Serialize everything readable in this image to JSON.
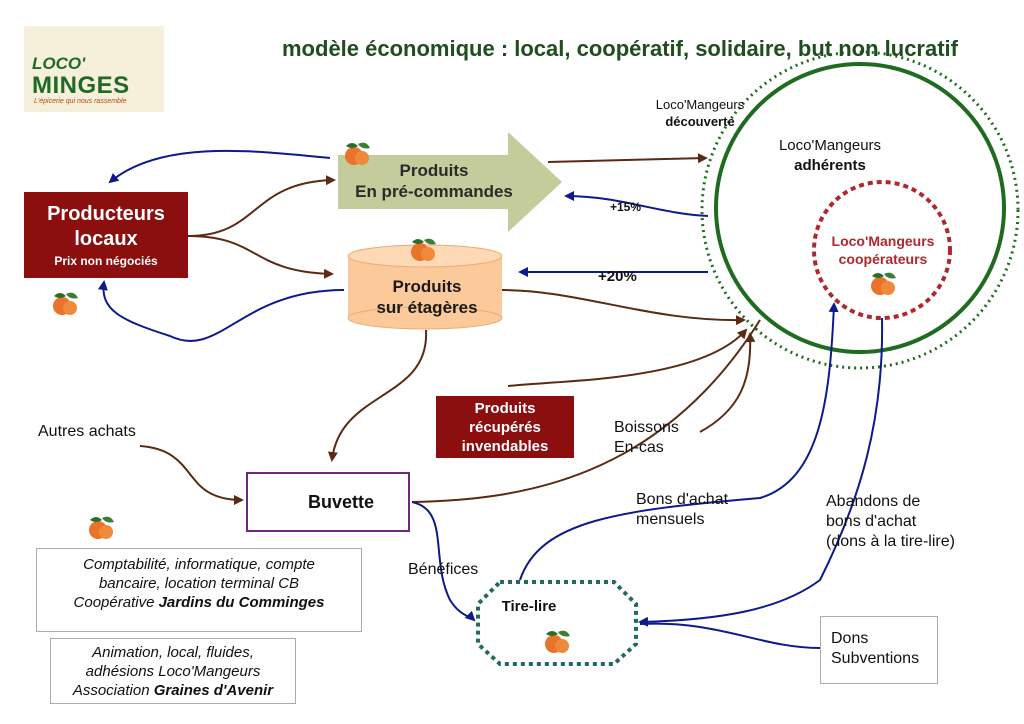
{
  "title": "modèle économique : local, coopératif, solidaire, but non lucratif",
  "logo": {
    "line1": "LOCO'",
    "line2": "MINGES",
    "tagline": "L'épicerie qui nous rassemble"
  },
  "nodes": {
    "producteurs": {
      "line1": "Producteurs",
      "line2": "locaux",
      "sub": "Prix non négociés"
    },
    "precommandes": {
      "line1": "Produits",
      "line2": "En pré-commandes"
    },
    "etageres": {
      "line1": "Produits",
      "line2": "sur étagères"
    },
    "recuperes": {
      "line1": "Produits",
      "line2": "récupérés",
      "line3": "invendables"
    },
    "buvette": "Buvette",
    "tirelire": "Tire-lire",
    "decouverte": {
      "line1": "Loco'Mangeurs",
      "line2": "découverte"
    },
    "adherents": {
      "line1": "Loco'Mangeurs",
      "line2": "adhérents"
    },
    "cooperateurs": {
      "line1": "Loco'Mangeurs",
      "line2": "coopérateurs"
    }
  },
  "labels": {
    "plus15": "+15%",
    "plus20": "+20%",
    "autres_achats": "Autres achats",
    "boissons": {
      "line1": "Boissons",
      "line2": "En-cas"
    },
    "benefices": "Bénéfices",
    "bons_achat": {
      "line1": "Bons d'achat",
      "line2": "mensuels"
    },
    "abandons": {
      "line1": "Abandons de",
      "line2": "bons d'achat",
      "line3": "(dons à la tire-lire)"
    },
    "dons": {
      "line1": "Dons",
      "line2": "Subventions"
    }
  },
  "notes": {
    "compta": {
      "line1": "Comptabilité, informatique, compte",
      "line2": "bancaire, location terminal CB",
      "line3_prefix": "Coopérative ",
      "line3_bold": "Jardins du Comminges"
    },
    "animation": {
      "line1": "Animation, local, fluides,",
      "line2": "adhésions Loco'Mangeurs",
      "line3_prefix": "Association ",
      "line3_bold": "Graines d'Avenir"
    }
  },
  "colors": {
    "title": "#1e4d1e",
    "producteurs": "#8b0f0f",
    "arrow_fill": "#c5cc9b",
    "cylinder": "#fbc99a",
    "circle_green": "#1f6b1f",
    "coop_dotted": "#b0282d",
    "tirelire_dotted": "#1f6b5f",
    "flow_brown": "#5a2a12",
    "flow_blue": "#0d1a8c",
    "buvette_border": "#6d2a7a"
  },
  "icons": [
    "orange-logo-icon"
  ]
}
